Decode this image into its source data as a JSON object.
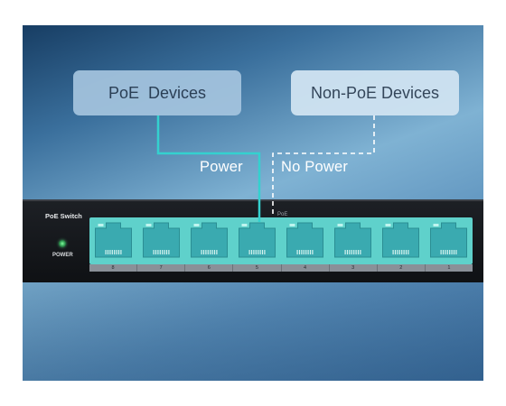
{
  "labels": {
    "poe_devices": "PoE Devices",
    "non_poe_devices": "Non-PoE Devices",
    "power": "Power",
    "no_power": "No Power"
  },
  "switch": {
    "title": "PoE Switch",
    "poe_label": "PoE",
    "power_led_label": "POWER",
    "ports": [
      "8",
      "7",
      "6",
      "5",
      "4",
      "3",
      "2",
      "1"
    ]
  },
  "colors": {
    "cable": "#34d1cf",
    "port_panel": "#5fd1cb",
    "port_jack": "#3aaab0",
    "dashed_line": "#ffffff"
  }
}
